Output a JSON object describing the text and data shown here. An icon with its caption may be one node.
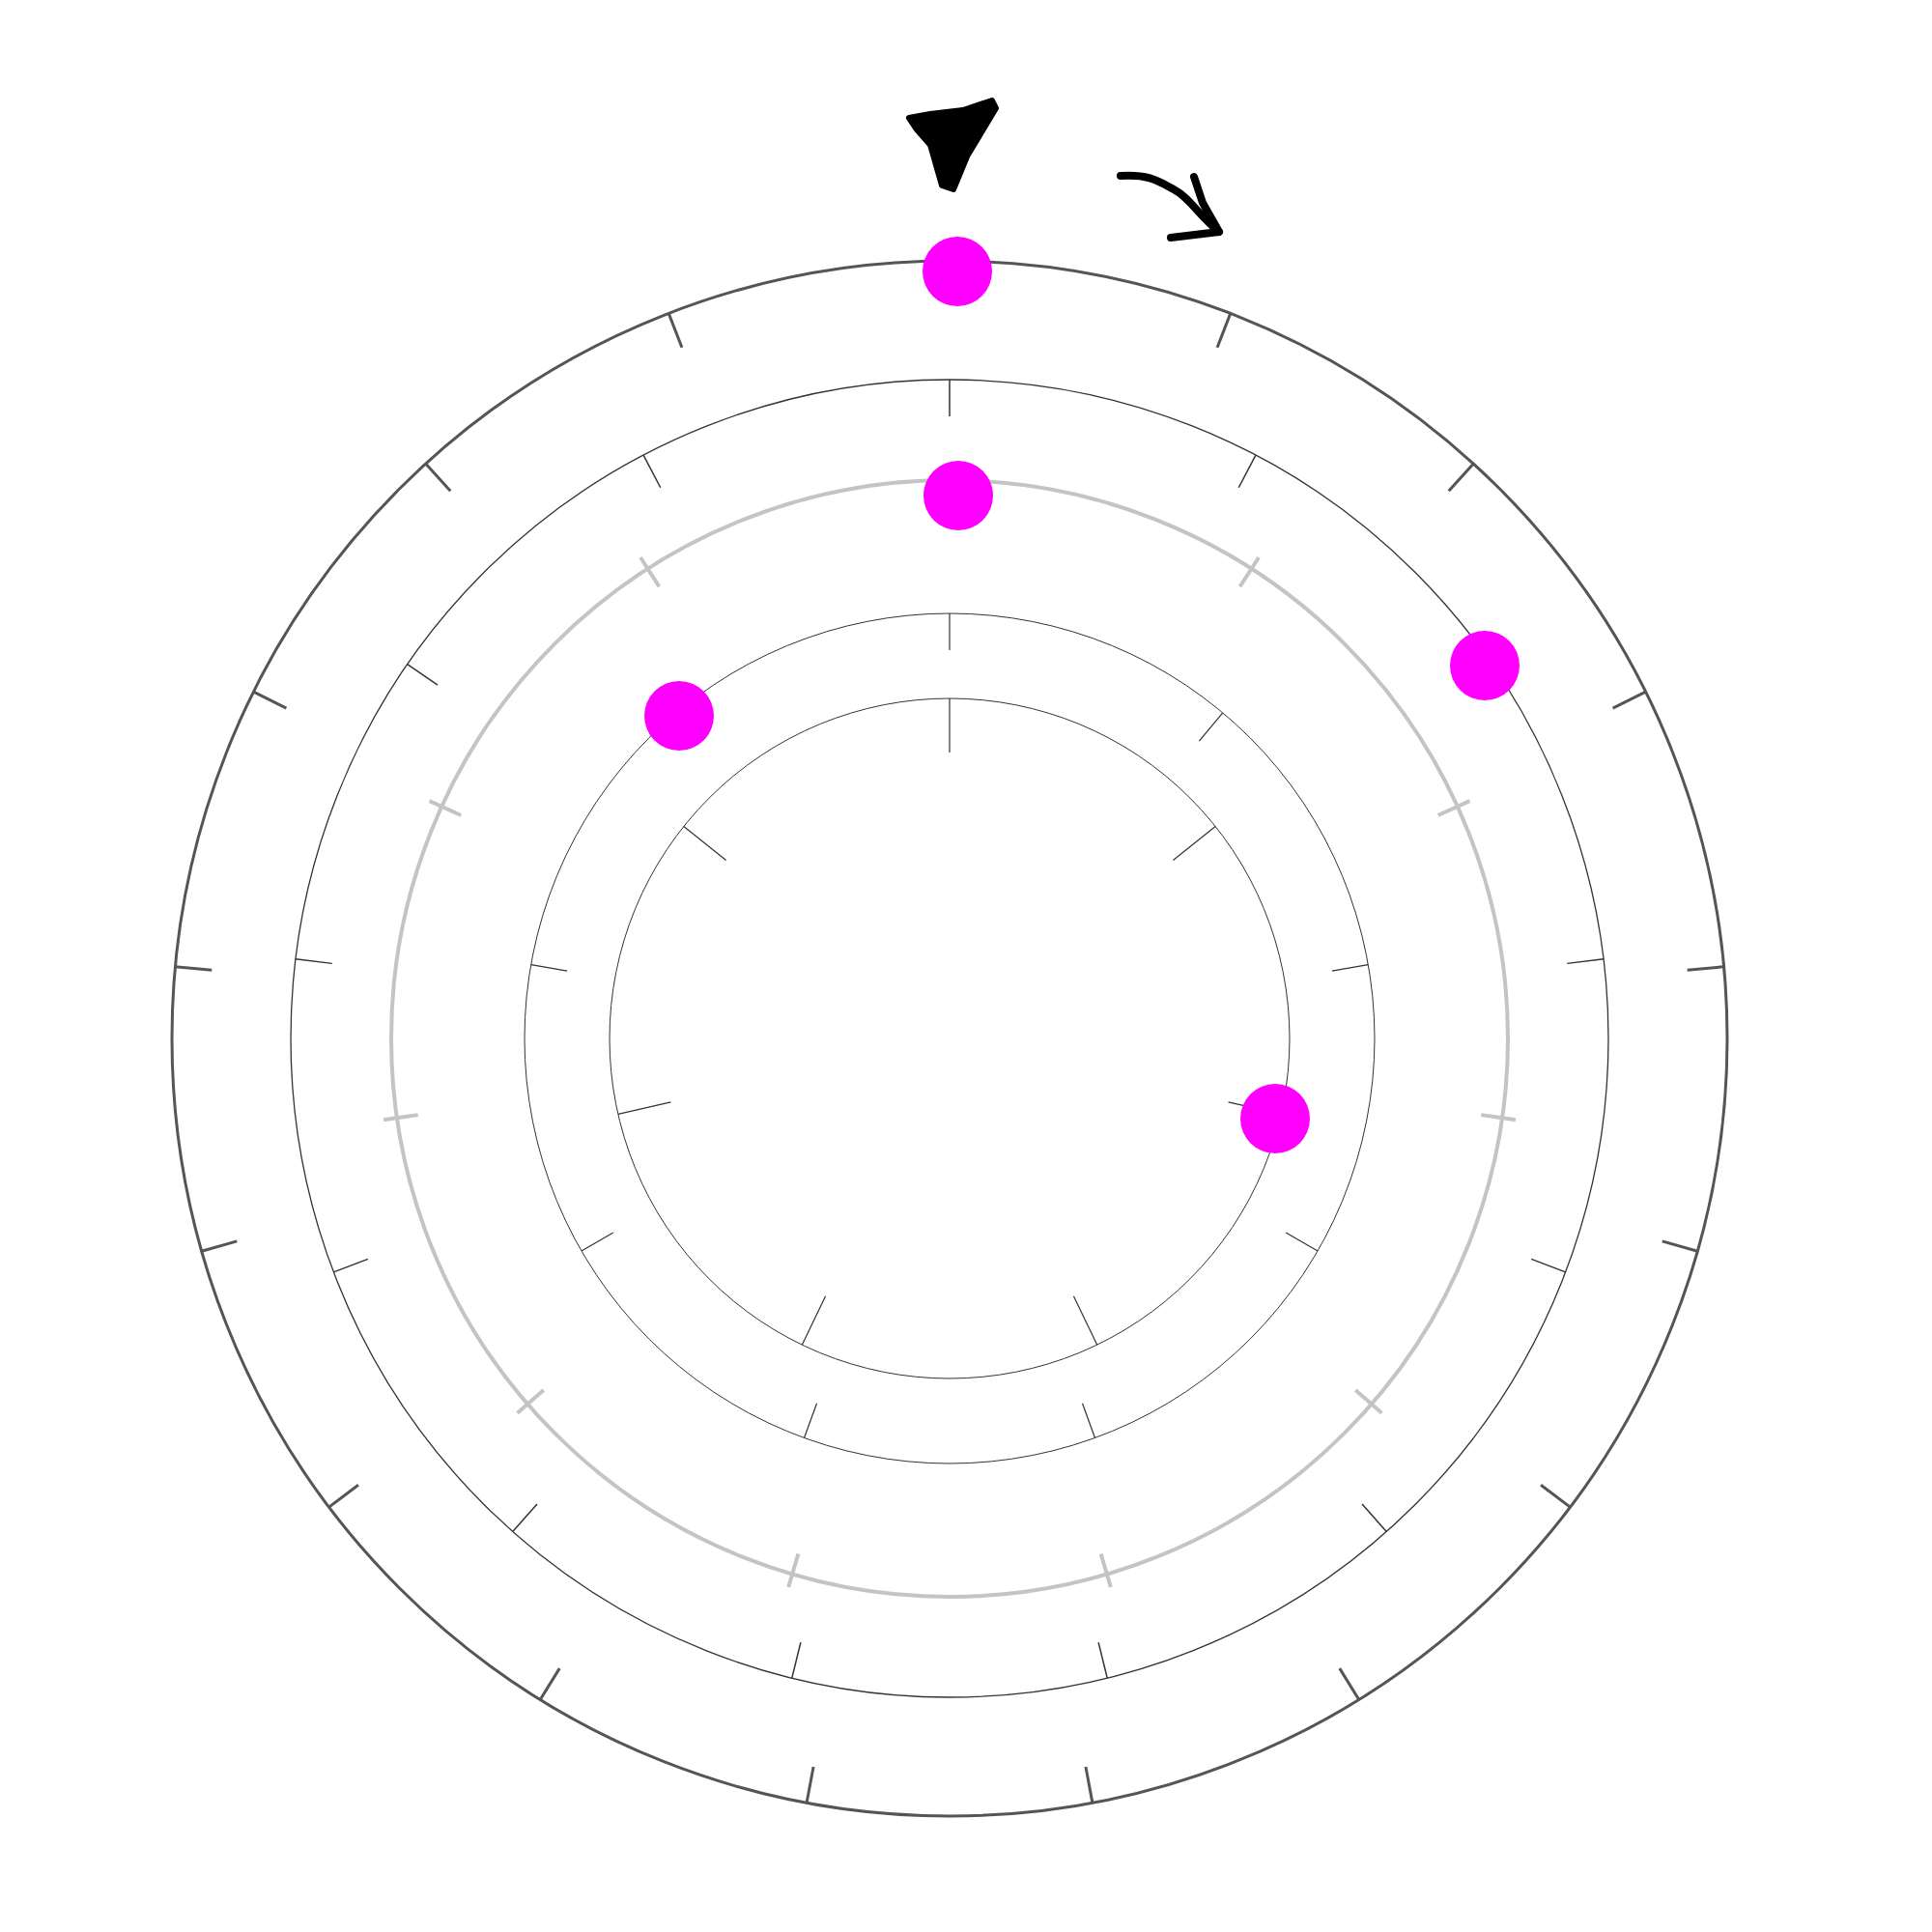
{
  "diagram": {
    "nodes": [
      {
        "text": [],
        "shape": "circle"
      },
      {
        "text": [],
        "shape": "circle",
        "in": 0
      },
      {
        "text": [],
        "shape": "circle",
        "in": 1
      },
      {
        "text": [],
        "shape": "circle",
        "in": 2
      },
      {
        "text": [],
        "shape": "circle",
        "in": 3
      },
      {
        "text": [],
        "shape": "circle"
      },
      {
        "text": [],
        "shape": "circle",
        "in": 1
      },
      {
        "text": [],
        "shape": "circle",
        "in": 1
      },
      {
        "text": [],
        "shape": "circle",
        "in": 3
      },
      {
        "text": [],
        "shape": "circle",
        "in": 3
      },
      {
        "text": [],
        "shape": "triangle"
      }
    ]
  }
}
